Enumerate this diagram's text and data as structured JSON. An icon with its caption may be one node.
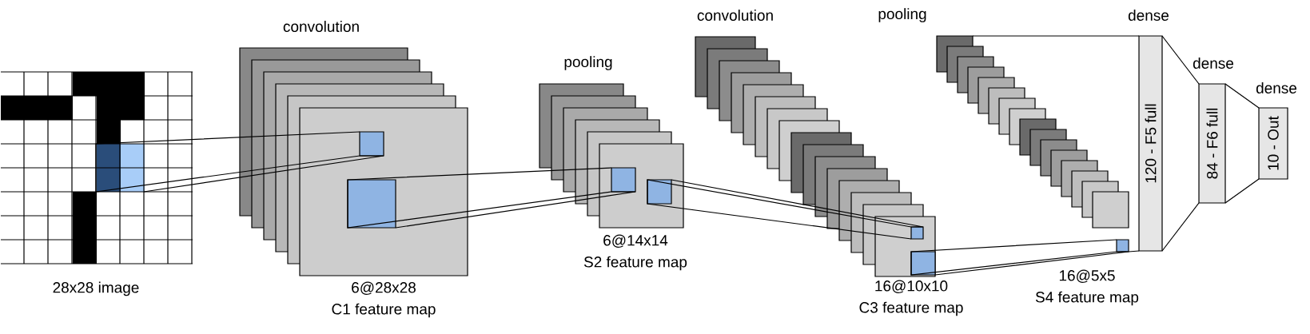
{
  "diagram": {
    "nodes": [
      {
        "text": [],
        "shape": "picture",
        "beside": [
          "28x28 image"
        ]
      },
      {
        "text": [],
        "shape": "box",
        "beside": [
          "6@28x28",
          "C1 feature map"
        ]
      },
      {
        "text": [],
        "shape": "box",
        "beside": [
          "6@14x14",
          "S2 feature map"
        ]
      },
      {
        "text": [],
        "shape": "box",
        "beside": [
          "16@10x10",
          "C3 feature map"
        ]
      },
      {
        "text": [],
        "shape": "box",
        "beside": [
          "16@5x5",
          "S4 feature map"
        ]
      },
      {
        "text": [
          "120 - F5 full"
        ]
      },
      {
        "text": [
          "84 - F6 full"
        ]
      },
      {
        "text": [
          "10 - Out"
        ]
      }
    ],
    "edges": [
      {
        "from": 0,
        "to": 1,
        "arrow": "none"
      },
      {
        "from": 1,
        "to": 2,
        "arrow": "none"
      },
      {
        "from": 2,
        "to": 3,
        "arrow": "none"
      },
      {
        "from": 3,
        "to": 4,
        "arrow": "none"
      },
      {
        "from": 4,
        "to": 5,
        "arrow": "none"
      },
      {
        "from": 5,
        "to": 6,
        "arrow": "none"
      },
      {
        "from": 6,
        "to": 7,
        "arrow": "none"
      }
    ],
    "labels": [
      "convolution",
      "pooling",
      "convolution",
      "pooling",
      "dense",
      "dense",
      "dense"
    ]
  }
}
